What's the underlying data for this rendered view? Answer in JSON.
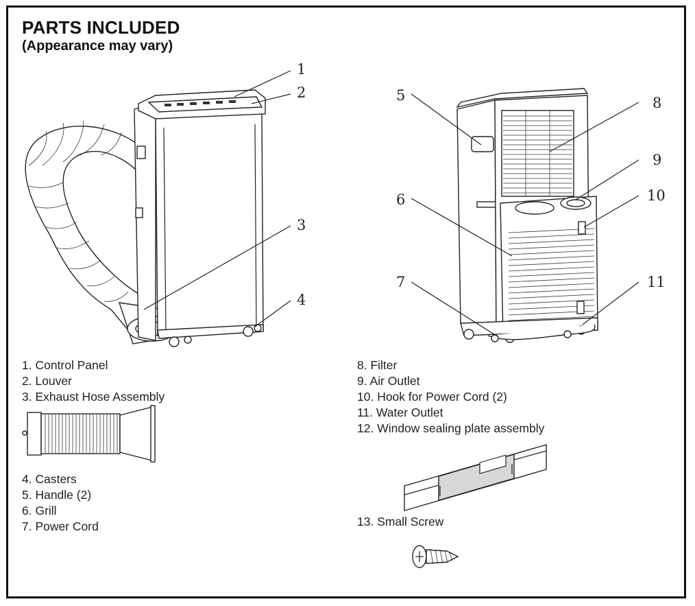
{
  "header": {
    "title": "PARTS INCLUDED",
    "subtitle": "(Appearance may vary)"
  },
  "callouts": [
    "1",
    "2",
    "3",
    "4",
    "5",
    "6",
    "7",
    "8",
    "9",
    "10",
    "11"
  ],
  "parts_left_a": [
    "1. Control Panel",
    "2. Louver",
    "3. Exhaust Hose Assembly"
  ],
  "parts_left_b": [
    "4. Casters",
    "5. Handle (2)",
    "6. Grill",
    "7. Power Cord"
  ],
  "parts_right": [
    "8. Filter",
    "9. Air Outlet",
    "10. Hook for Power Cord (2)",
    "11. Water Outlet",
    "12. Window sealing plate assembly"
  ],
  "parts_right_b": [
    "13. Small Screw"
  ]
}
